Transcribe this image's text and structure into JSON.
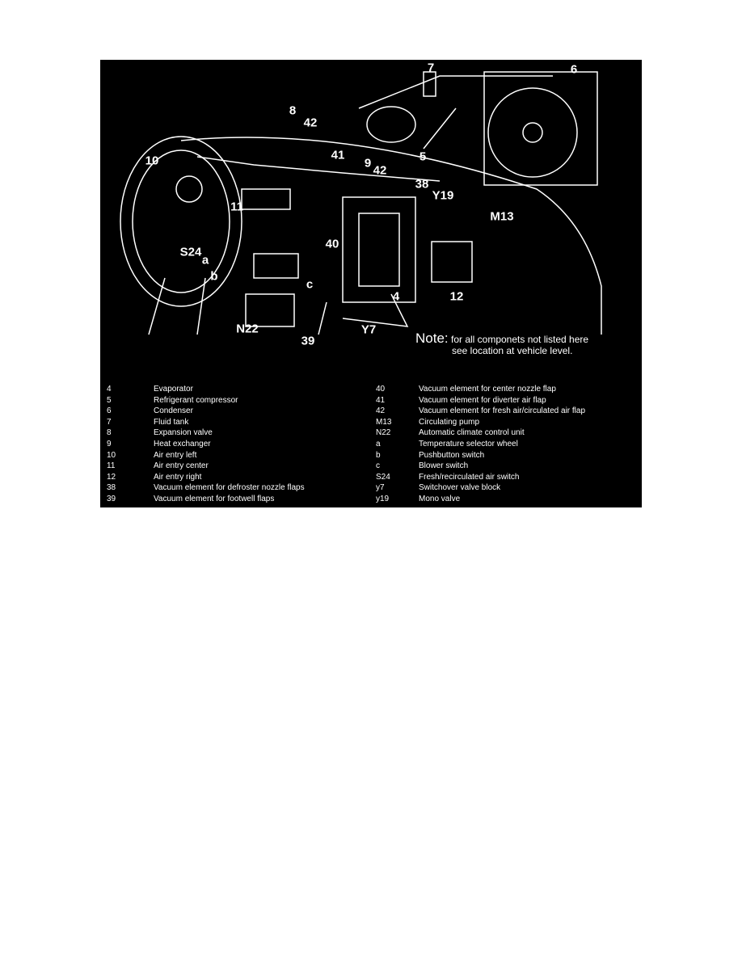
{
  "diagram": {
    "callouts": [
      "7",
      "6",
      "8",
      "42",
      "10",
      "41",
      "9",
      "5",
      "42",
      "38",
      "Y19",
      "M13",
      "11",
      "40",
      "S24",
      "a",
      "b",
      "c",
      "12",
      "4",
      "N22",
      "Y7",
      "39"
    ],
    "note_label": "Note:",
    "note_line1": "for all componets not listed here",
    "note_line2": "see location at vehicle level."
  },
  "legend": {
    "left": [
      {
        "id": "4",
        "label": "Evaporator"
      },
      {
        "id": "5",
        "label": "Refrigerant compressor"
      },
      {
        "id": "6",
        "label": "Condenser"
      },
      {
        "id": "7",
        "label": "Fluid tank"
      },
      {
        "id": "8",
        "label": "Expansion valve"
      },
      {
        "id": "9",
        "label": "Heat exchanger"
      },
      {
        "id": "10",
        "label": "Air entry left"
      },
      {
        "id": "11",
        "label": "Air entry center"
      },
      {
        "id": "12",
        "label": "Air entry right"
      },
      {
        "id": "38",
        "label": "Vacuum element for defroster nozzle flaps"
      },
      {
        "id": "39",
        "label": "Vacuum element for footwell flaps"
      }
    ],
    "right": [
      {
        "id": "40",
        "label": "Vacuum element for center nozzle flap"
      },
      {
        "id": "41",
        "label": "Vacuum element for diverter air flap"
      },
      {
        "id": "42",
        "label": "Vacuum element for fresh air/circulated air flap"
      },
      {
        "id": "M13",
        "label": "Circulating pump"
      },
      {
        "id": "N22",
        "label": "Automatic climate control unit"
      },
      {
        "id": "a",
        "label": "Temperature selector wheel"
      },
      {
        "id": "b",
        "label": "Pushbutton switch"
      },
      {
        "id": "c",
        "label": "Blower switch"
      },
      {
        "id": "S24",
        "label": "Fresh/recirculated air switch"
      },
      {
        "id": "y7",
        "label": "Switchover valve block"
      },
      {
        "id": "y19",
        "label": "Mono valve"
      }
    ]
  }
}
